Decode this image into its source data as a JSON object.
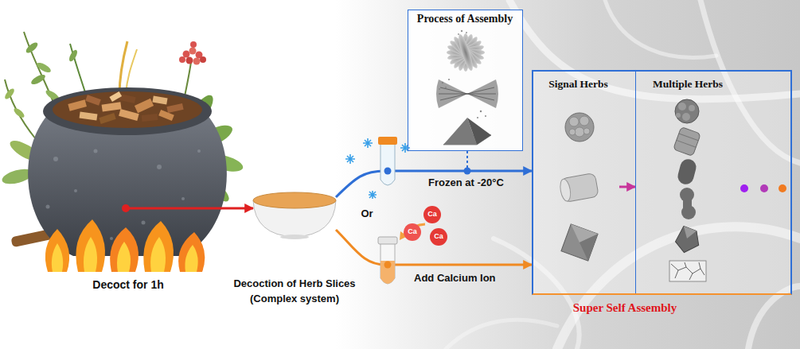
{
  "diagram": {
    "nodes": [
      {
        "text": [
          "Decoct for 1h"
        ]
      },
      {
        "text": [
          "Decoction of Herb Slices (Complex system)"
        ]
      },
      {
        "text": [
          "Process of Assembly"
        ]
      },
      {
        "text": [
          "Super Self Assembly"
        ]
      },
      {
        "text": [
          "Signal Herbs"
        ],
        "in": 3
      },
      {
        "text": [
          "Multiple Herbs"
        ],
        "in": 3
      }
    ],
    "edges": [
      {
        "from": 0,
        "to": 1,
        "arrow": "to"
      },
      {
        "from": 1,
        "to": 3,
        "label": "Frozen at -20°C",
        "arrow": "to"
      },
      {
        "from": 1,
        "to": 3,
        "label": "Add Calcium Ion",
        "arrow": "to"
      },
      {
        "from": 4,
        "to": 5,
        "arrow": "to"
      }
    ],
    "labels": [
      "Or",
      "Ca",
      "Ca",
      "Ca"
    ]
  }
}
